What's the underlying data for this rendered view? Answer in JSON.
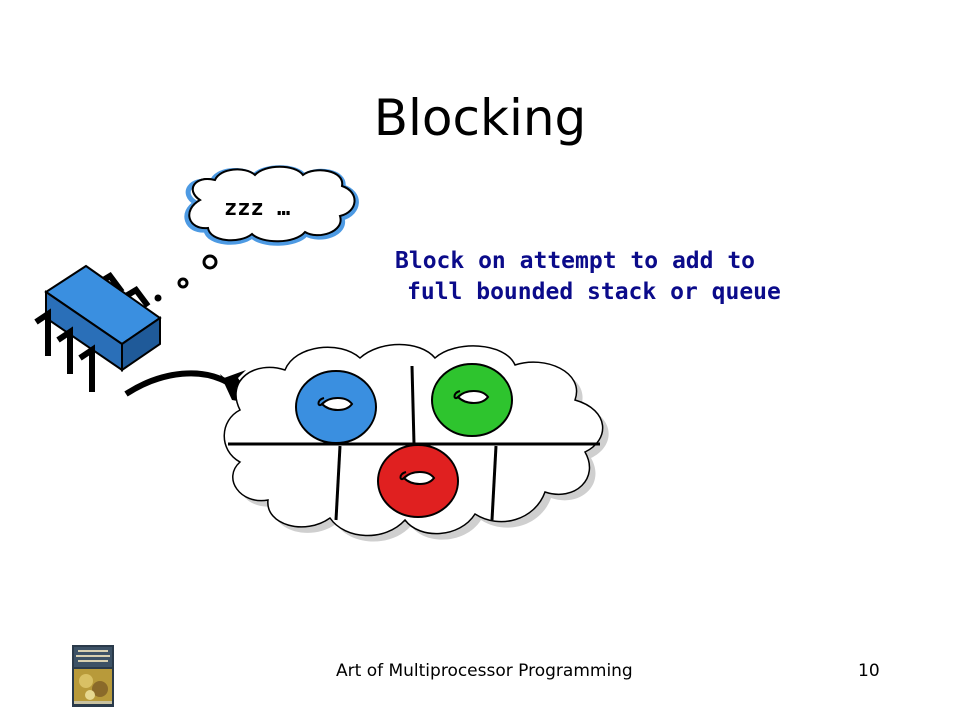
{
  "slide": {
    "title": "Blocking",
    "thought_text": "zzz …",
    "caption_line1": "Block on attempt to add to",
    "caption_line2": "full bounded stack or queue",
    "footer": "Art of Multiprocessor Programming",
    "page_number": "10"
  },
  "colors": {
    "caption": "#0b0b8a",
    "processor": "#3a8fe0",
    "donut_blue": "#3a8fe0",
    "donut_green": "#2ec42e",
    "donut_red": "#e02020"
  },
  "icons": [
    "processor-chip-icon",
    "thought-bubble-icon",
    "arrow-icon",
    "cloud-container-icon",
    "donut-icon",
    "book-cover-icon"
  ]
}
